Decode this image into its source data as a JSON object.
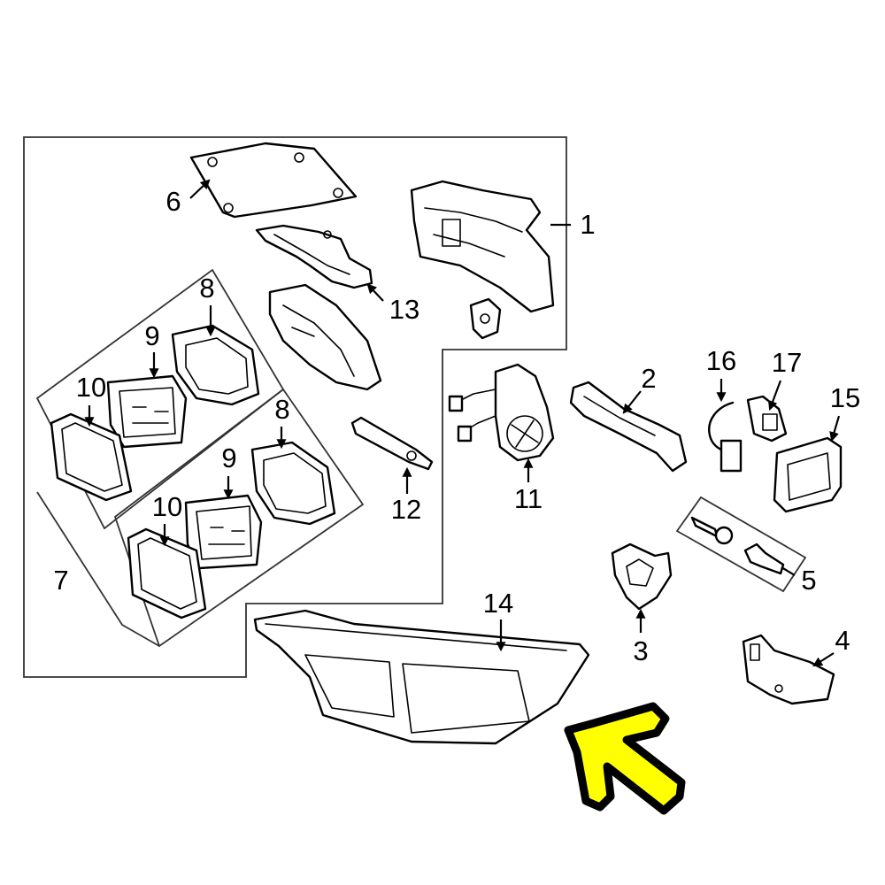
{
  "callouts": {
    "c1": "1",
    "c2": "2",
    "c3": "3",
    "c4": "4",
    "c5": "5",
    "c6": "6",
    "c7": "7",
    "c8a": "8",
    "c8b": "8",
    "c9a": "9",
    "c9b": "9",
    "c10a": "10",
    "c10b": "10",
    "c11": "11",
    "c12": "12",
    "c13": "13",
    "c14": "14",
    "c15": "15",
    "c16": "16",
    "c17": "17"
  },
  "highlight_arrow": {
    "color": "#ffff00",
    "outline": "#000000",
    "icon": "pointer-arrow-icon"
  }
}
